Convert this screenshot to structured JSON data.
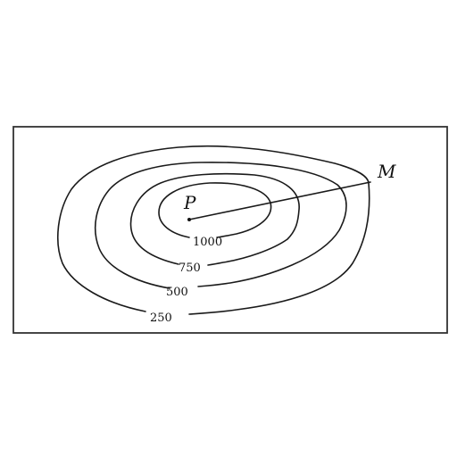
{
  "map": {
    "contour_labels": [
      "1000",
      "750",
      "500",
      "250"
    ],
    "point_p": "P",
    "point_m": "M"
  }
}
